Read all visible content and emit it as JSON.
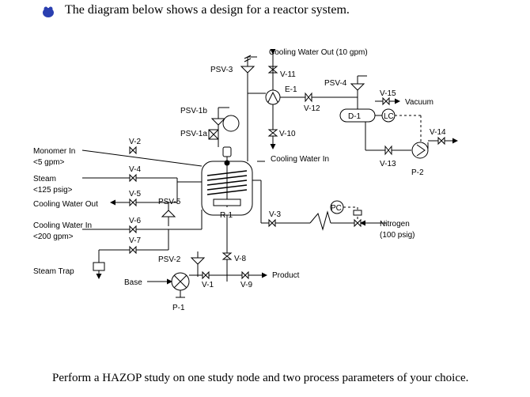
{
  "header": {
    "text": "The diagram below shows a design for a reactor system."
  },
  "footer": {
    "text": "Perform a HAZOP study on one study node and two process parameters of your choice."
  },
  "diagram": {
    "labels": {
      "cooling_water_out_top": "Cooling Water Out (10 gpm)",
      "psv3": "PSV-3",
      "v11": "V-11",
      "e1": "E-1",
      "psv4": "PSV-4",
      "v15": "V-15",
      "vacuum": "Vacuum",
      "v12": "V-12",
      "d1": "D-1",
      "lc": "LC",
      "psv1b": "PSV-1b",
      "psv1a": "PSV-1a",
      "v10": "V-10",
      "v14": "V-14",
      "v2": "V-2",
      "monomer_in": "Monomer In",
      "monomer_rate": "<5 gpm>",
      "cooling_water_in_mid": "Cooling Water In",
      "v13": "V-13",
      "p2": "P-2",
      "v4": "V-4",
      "steam": "Steam",
      "steam_pressure": "<125 psig>",
      "v5": "V-5",
      "cooling_water_out_left": "Cooling Water Out",
      "psv5": "PSV-5",
      "r1": "R-1",
      "pc": "PC",
      "v3": "V-3",
      "cooling_water_in_left": "Cooling Water In",
      "cooling_water_in_rate": "<200 gpm>",
      "v6": "V-6",
      "v7": "V-7",
      "nitrogen": "Nitrogen",
      "nitrogen_pressure": "(100 psig)",
      "steam_trap": "Steam Trap",
      "psv2": "PSV-2",
      "v8": "V-8",
      "base": "Base",
      "v1": "V-1",
      "v9": "V-9",
      "product": "Product",
      "p1": "P-1"
    }
  }
}
